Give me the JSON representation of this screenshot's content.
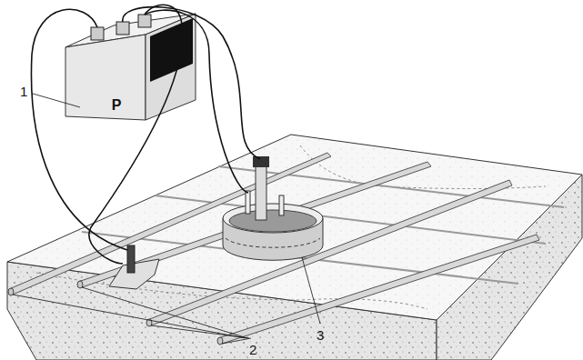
{
  "diagram": {
    "nodes": [
      {
        "text": [
          "P"
        ]
      }
    ],
    "labels": [
      "1",
      "2",
      "3"
    ]
  }
}
